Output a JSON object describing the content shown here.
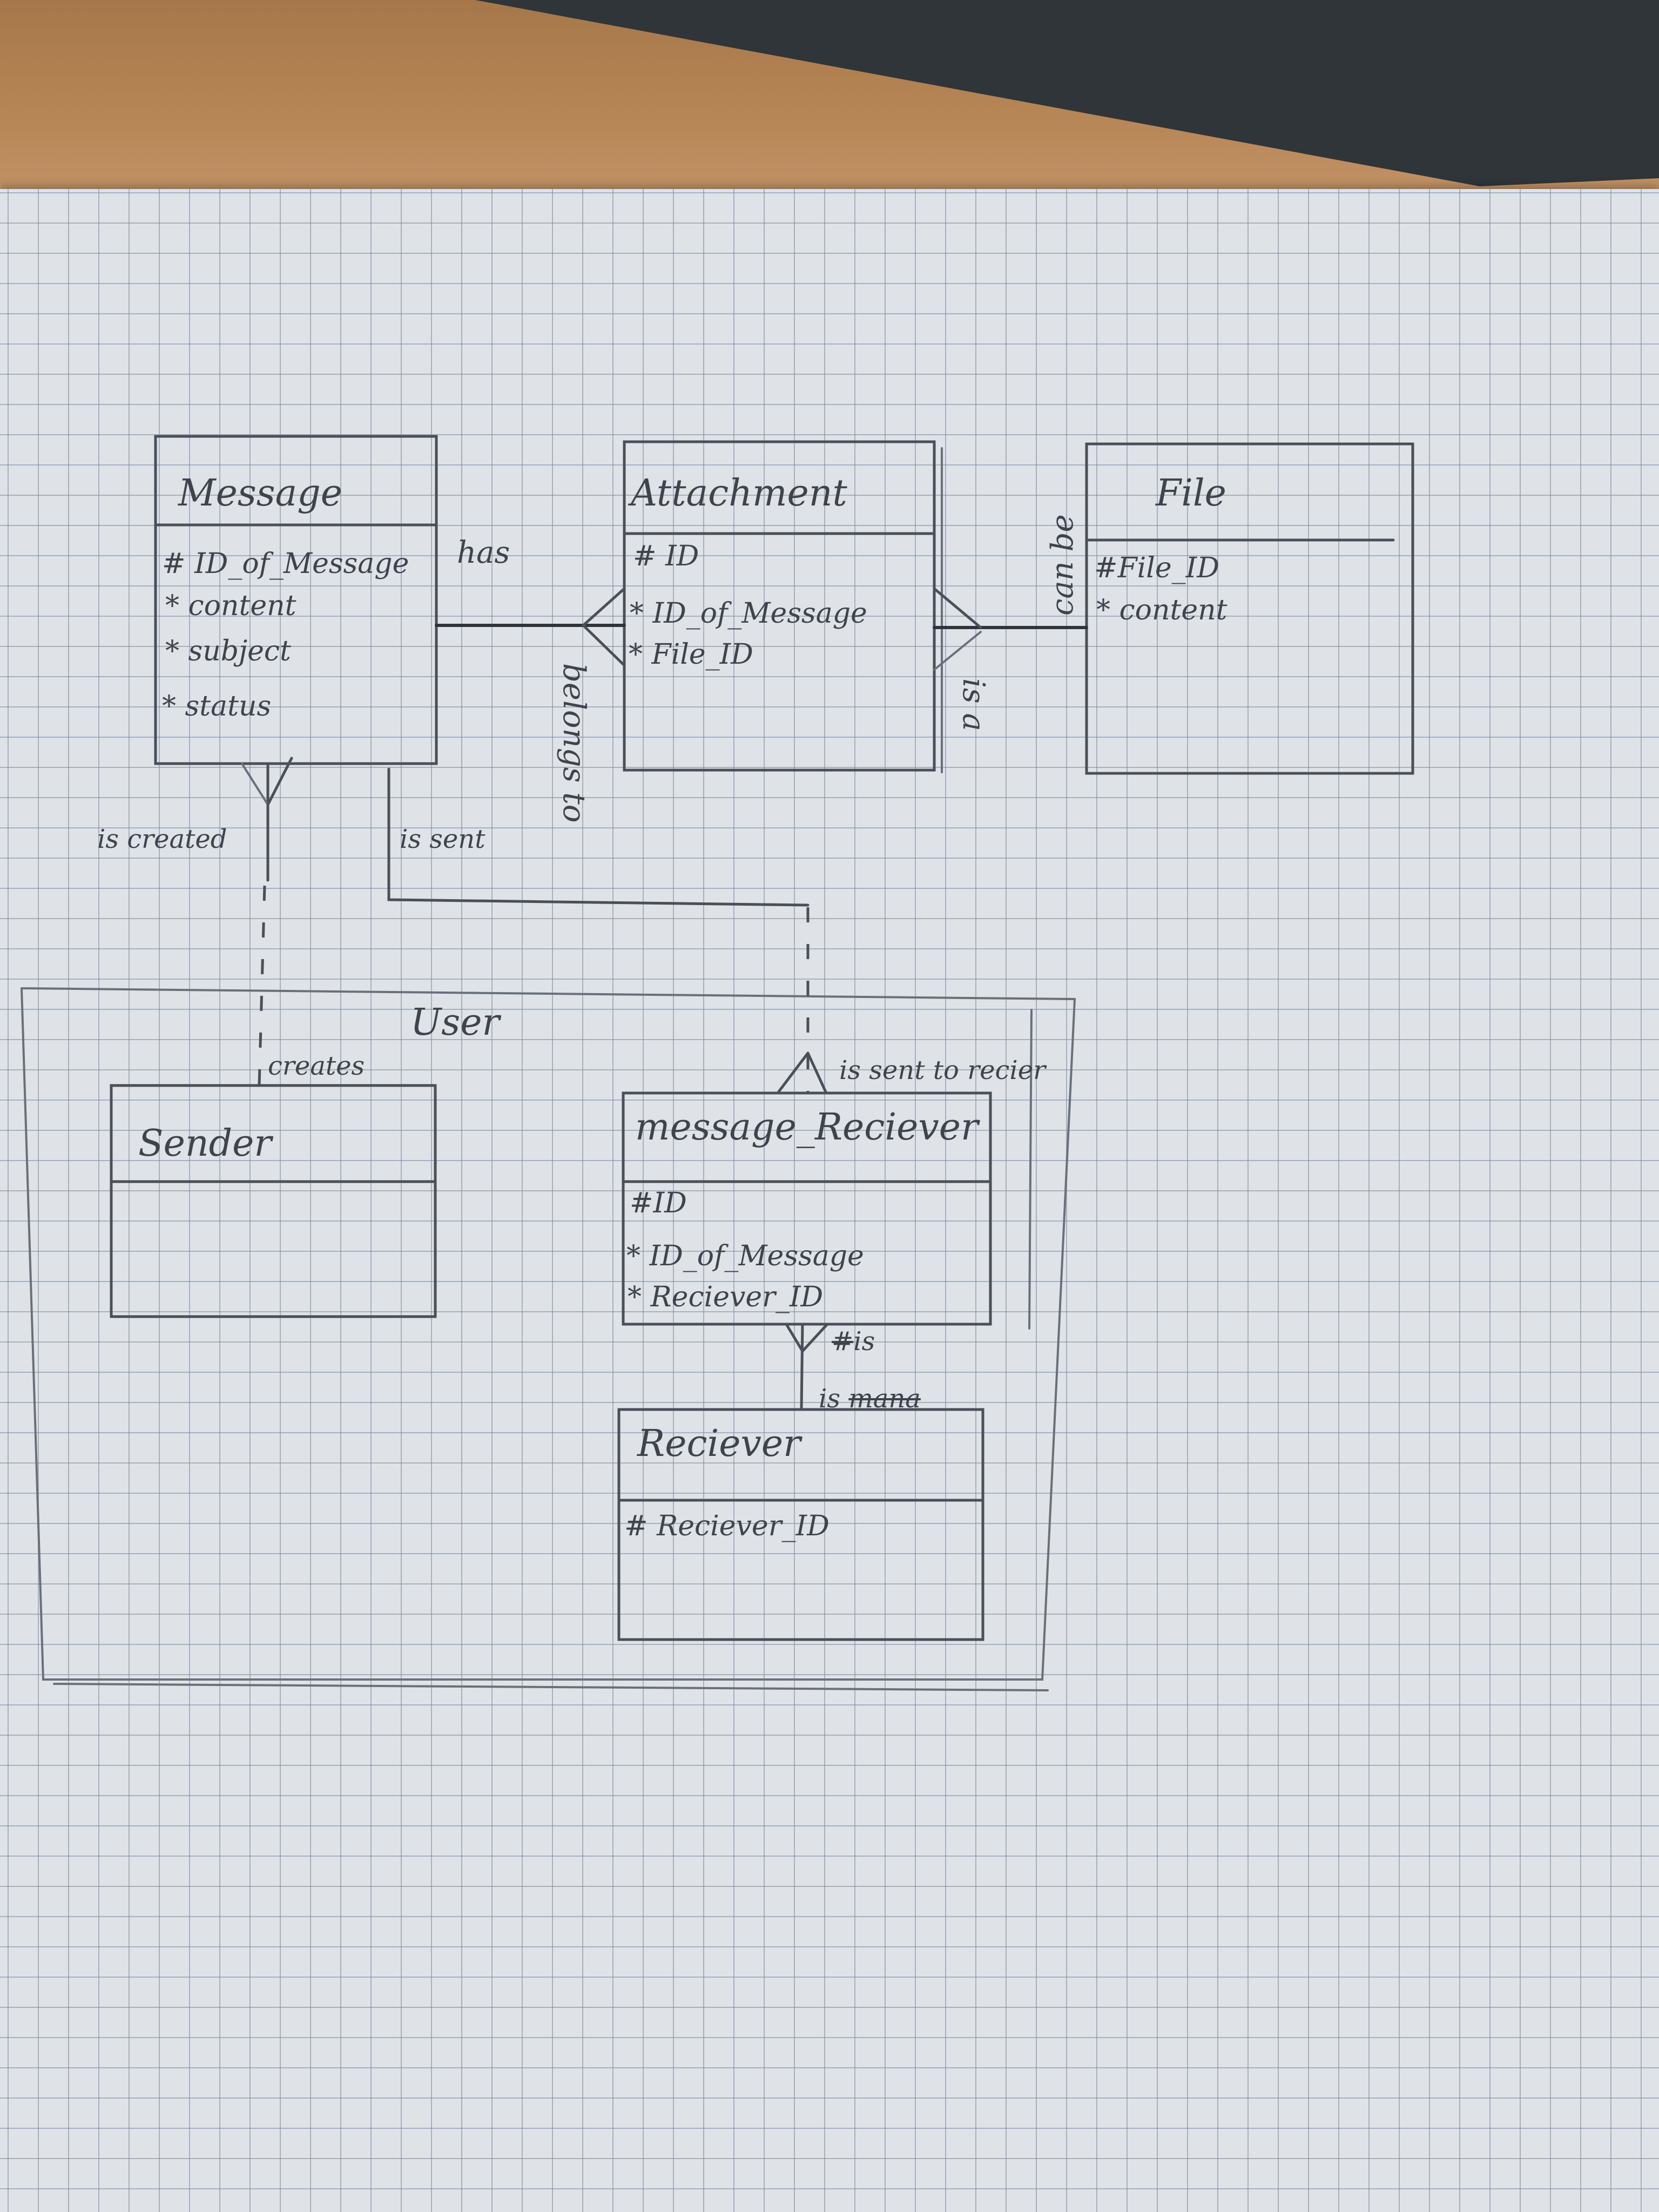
{
  "diagram": {
    "type": "Entity-Relationship Diagram (hand-drawn on grid paper)",
    "entities": [
      {
        "name": "Message",
        "attributes": [
          "# ID_of_Message",
          "* content",
          "* subject",
          "* status"
        ]
      },
      {
        "name": "Attachment",
        "attributes": [
          "# ID",
          "* ID_of_Message",
          "* File_ID"
        ]
      },
      {
        "name": "File",
        "attributes": [
          "#File_ID",
          "* content"
        ]
      },
      {
        "name": "Sender",
        "attributes": []
      },
      {
        "name": "message_Reciever",
        "attributes": [
          "#ID",
          "* ID_of_Message",
          "* Reciever_ID"
        ]
      },
      {
        "name": "Reciever",
        "attributes": [
          "# Reciever_ID"
        ]
      }
    ],
    "supertype": {
      "name": "User",
      "subtypes": [
        "Sender",
        "Reciever"
      ]
    },
    "relationships": [
      {
        "from": "Message",
        "to": "Attachment",
        "label_from": "has",
        "label_to": "belongs to"
      },
      {
        "from": "Attachment",
        "to": "File",
        "label_from": "is a",
        "label_to": "can be"
      },
      {
        "from": "Message",
        "to": "Sender",
        "label_from": "is created",
        "label_to": "creates"
      },
      {
        "from": "Message",
        "to": "message_Reciever",
        "label_from": "is sent",
        "label_to": "is sent to recier"
      },
      {
        "from": "message_Reciever",
        "to": "Reciever",
        "label_from": "is",
        "label_to": "is"
      }
    ],
    "labels": {
      "has": "has",
      "belongs_to": "belongs to",
      "can_be": "can be",
      "is_a": "is a",
      "is_created": "is created",
      "is_sent": "is sent",
      "creates": "creates",
      "user": "User",
      "is_sent_to_recier": "is sent to recier",
      "is_struck_prefix": "#",
      "is": "is",
      "is_lower": "is",
      "is_lower_struck": "mana"
    }
  }
}
